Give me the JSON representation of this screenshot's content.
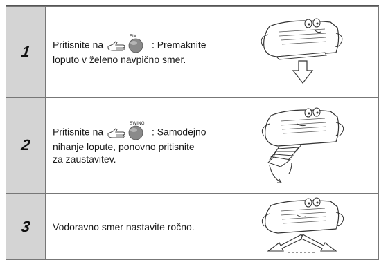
{
  "steps": [
    {
      "number": "1",
      "prefix": "Pritisnite na",
      "button_label": "FIX",
      "line1_suffix": ": Premaknite",
      "lines": [
        "loputo v želeno navpično smer."
      ],
      "illustration": "air-conditioner-flap-down-arrow"
    },
    {
      "number": "2",
      "prefix": "Pritisnite na",
      "button_label": "SWING",
      "line1_suffix": ": Samodejno",
      "lines": [
        "nihanje lopute, ponovno pritisnite",
        "za zaustavitev."
      ],
      "illustration": "air-conditioner-swinging-flap"
    },
    {
      "number": "3",
      "text": "Vodoravno smer nastavite ročno.",
      "illustration": "air-conditioner-horizontal-arrows"
    }
  ],
  "colors": {
    "number_cell": "#d4d4d4",
    "border": "#777777",
    "button": "#8a8a8a"
  }
}
